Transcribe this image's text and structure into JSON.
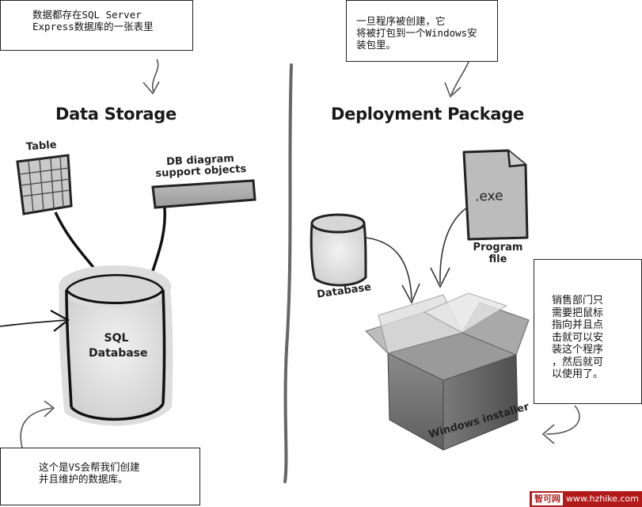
{
  "notes": {
    "top_left": "数据都存在SQL Server\nExpress数据库的一张表里",
    "top_right": "一旦程序被创建，它\n将被打包到一个Windows安\n装包里。",
    "bottom_left": "这个是VS会帮我们创建\n并且维护的数据库。",
    "right": "销售部门只\n需要把鼠标\n指向并且点\n击就可以安\n装这个程序\n，然后就可\n以使用了。"
  },
  "headings": {
    "data_storage": "Data Storage",
    "deployment_package": "Deployment Package"
  },
  "labels": {
    "table": "Table",
    "db_diagram": "DB diagram\nsupport objects",
    "sql_database": "SQL\nDatabase",
    "exe": ".exe",
    "program_file": "Program\nfile",
    "database": "Database",
    "windows_installer": "Windows installer"
  },
  "watermark": {
    "logo": "智可网",
    "url": "www.hzhike.com"
  }
}
